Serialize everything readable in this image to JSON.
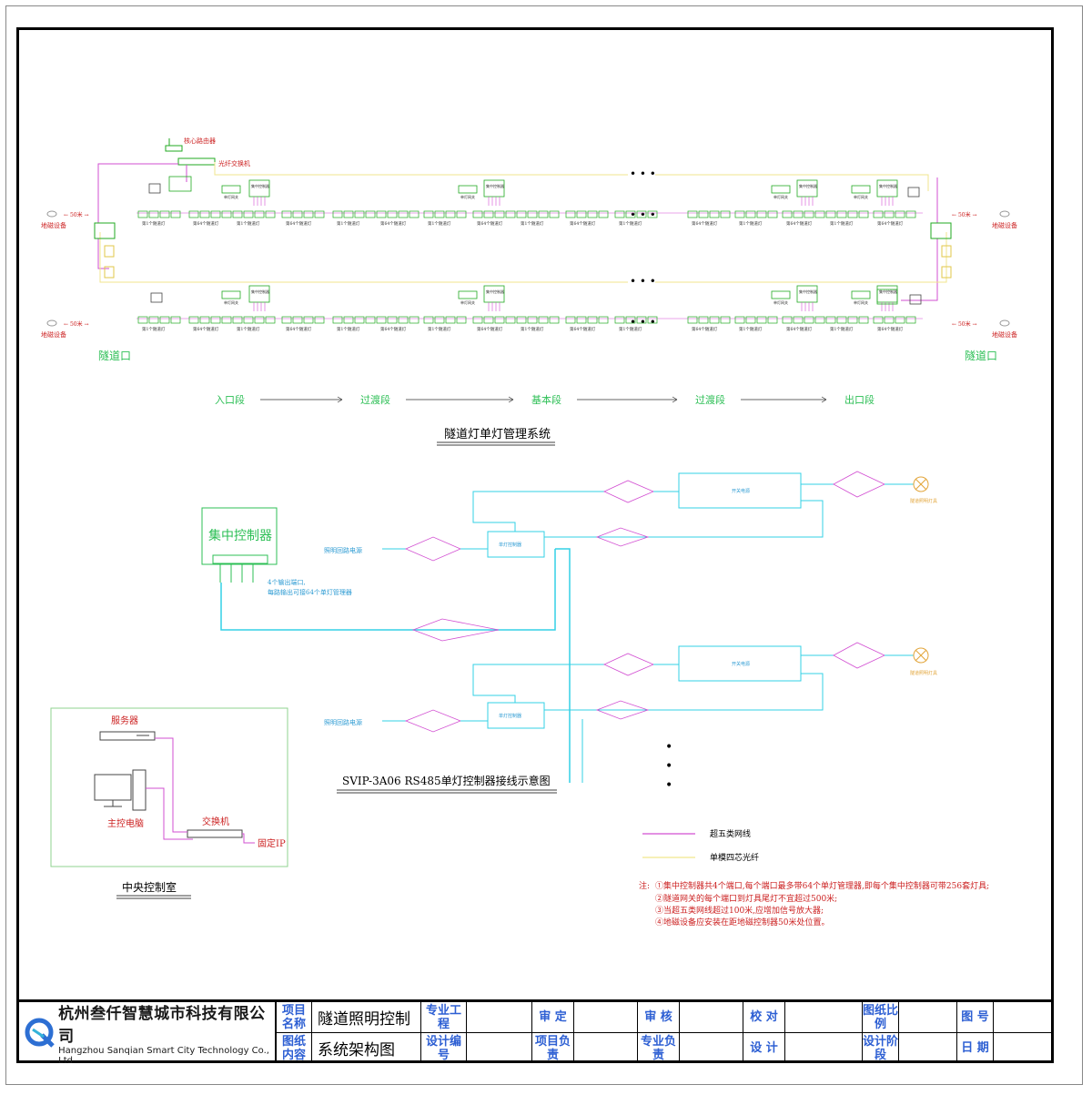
{
  "top": {
    "dots": "• • •",
    "router": "核心路由器",
    "fiber_switch": "光纤交换机",
    "ctrl_label": "集中控制器",
    "gw_label": "单灯网关",
    "geo_left": "地磁设备",
    "geo_right": "地磁设备",
    "m50": "50米",
    "lamp_group_a": "第1个隧道灯",
    "lamp_group_b": "第64个隧道灯",
    "tunnel_mouth_left": "隧道口",
    "tunnel_mouth_right": "隧道口",
    "segments": [
      "入口段",
      "过渡段",
      "基本段",
      "过渡段",
      "出口段"
    ],
    "title": "隧道灯单灯管理系统"
  },
  "wiring": {
    "controller": "集中控制器",
    "note_line1": "4个输出端口,",
    "note_line2": "每路输出可接64个单灯管理器",
    "power1": "照明回路电源",
    "power2": "照明回路电源",
    "driver": "开关电源",
    "lamp": "隧道照明灯具",
    "module": "单灯控制器",
    "title": "SVIP-3A06 RS485单灯控制器接线示意图",
    "vdots": "•"
  },
  "control_room": {
    "server": "服务器",
    "pc": "主控电脑",
    "switch": "交换机",
    "fixed_ip": "固定IP",
    "title": "中央控制室"
  },
  "legend": {
    "cat5": "超五类网线",
    "fiber": "单模四芯光纤",
    "cat5_color": "#d24fd2",
    "fiber_color": "#f0e68c"
  },
  "notes": {
    "prefix": "注:",
    "n1": "①集中控制器共4个端口,每个端口最多带64个单灯管理器,即每个集中控制器可带256套灯具;",
    "n2": "②隧道网关的每个端口到灯具尾灯不宜超过500米;",
    "n3": "③当超五类网线超过100米,应增加信号放大器;",
    "n4": "④地磁设备应安装在距地磁控制器50米处位置。"
  },
  "title_block": {
    "company_cn": "杭州叁仟智慧城市科技有限公司",
    "company_en": "Hangzhou Sanqian Smart City Technology Co., Ltd",
    "project_name_label": "项目名称",
    "project_name": "隧道照明控制",
    "drawing_content_label": "图纸内容",
    "drawing_content": "系统架构图",
    "specialty_label": "专业工程",
    "design_no_label": "设计编号",
    "approve_label": "审 定",
    "project_lead_label": "项目负责",
    "review_label": "审 核",
    "spec_lead_label": "专业负责",
    "check_label": "校 对",
    "design_label": "设 计",
    "scale_label": "图纸比例",
    "stage_label": "设计阶段",
    "drawing_no_label": "图 号",
    "date_label": "日 期"
  }
}
